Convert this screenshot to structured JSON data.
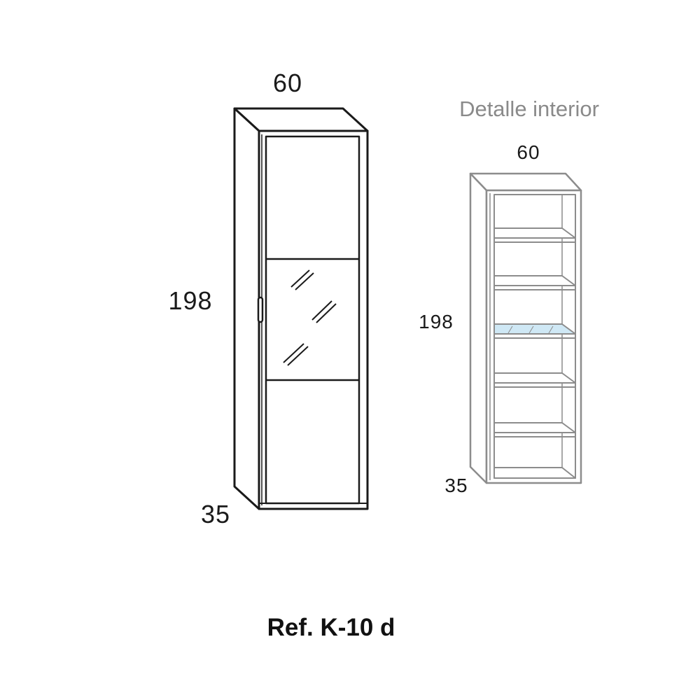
{
  "main_cabinet": {
    "width_label": "60",
    "height_label": "198",
    "depth_label": "35"
  },
  "interior_detail": {
    "title": "Detalle interior",
    "width_label": "60",
    "height_label": "198",
    "depth_label": "35"
  },
  "reference": {
    "label": "Ref. K-10 d"
  },
  "colors": {
    "main_outline": "#1a1a1a",
    "detail_outline": "#8c8c8c",
    "glass_shelf": "#cfe8f5",
    "title_text": "#8a8a8a"
  }
}
